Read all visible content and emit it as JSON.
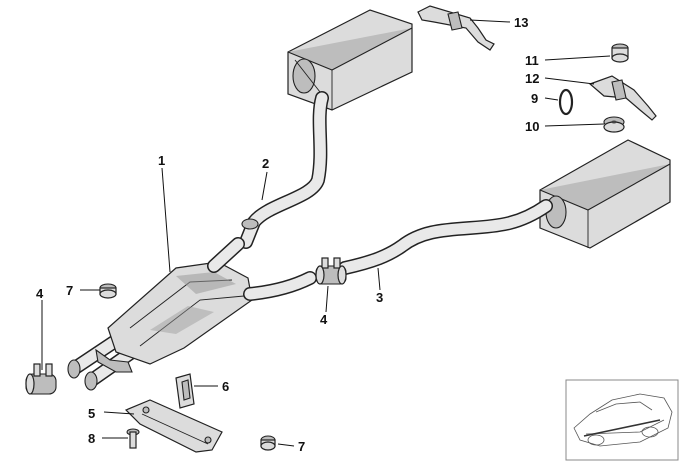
{
  "callouts": {
    "c1": "1",
    "c2": "2",
    "c3": "3",
    "c4_left": "4",
    "c4_mid": "4",
    "c5": "5",
    "c6": "6",
    "c7_top": "7",
    "c7_bottom": "7",
    "c8": "8",
    "c9": "9",
    "c10": "10",
    "c11": "11",
    "c12": "12",
    "c13": "13"
  },
  "icons": {
    "inset": "vehicle-location-icon"
  }
}
